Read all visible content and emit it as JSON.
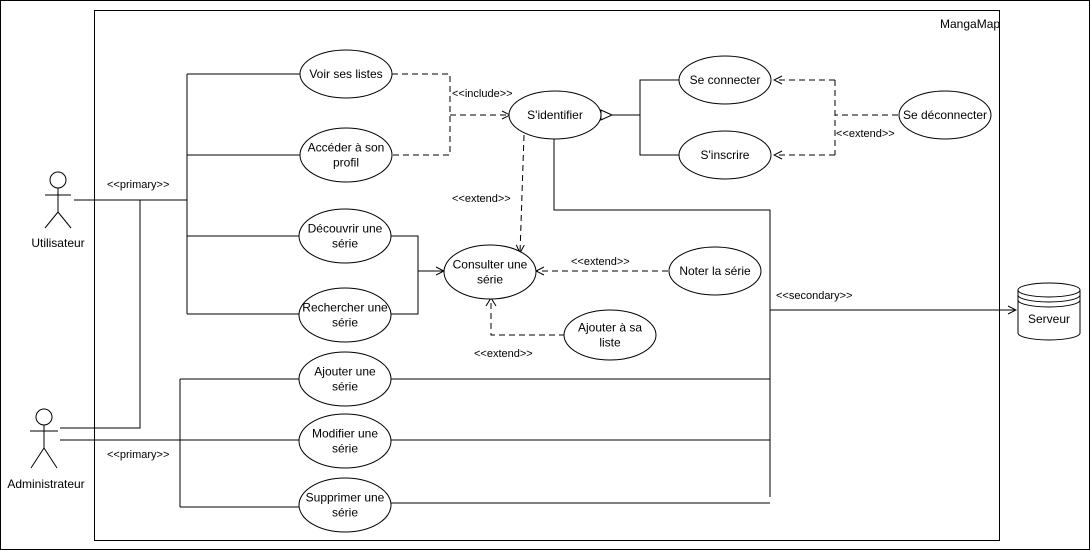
{
  "system_name": "MangaMap",
  "actors": {
    "user": "Utilisateur",
    "admin": "Administrateur"
  },
  "external": {
    "server": "Serveur"
  },
  "use_cases": {
    "voir_listes": [
      "Voir ses listes"
    ],
    "acceder_profil": [
      "Accéder à son",
      "profil"
    ],
    "sidentifier": [
      "S'identifier"
    ],
    "se_connecter": [
      "Se connecter"
    ],
    "sinscrire": [
      "S'inscrire"
    ],
    "se_deconnecter": [
      "Se déconnecter"
    ],
    "decouvrir": [
      "Découvrir une",
      "série"
    ],
    "rechercher": [
      "Rechercher une",
      "série"
    ],
    "consulter": [
      "Consulter une",
      "série"
    ],
    "noter": [
      "Noter la série"
    ],
    "ajouter_liste": [
      "Ajouter à sa",
      "liste"
    ],
    "ajouter_serie": [
      "Ajouter une",
      "série"
    ],
    "modifier_serie": [
      "Modifier une",
      "série"
    ],
    "supprimer_serie": [
      "Supprimer une",
      "série"
    ]
  },
  "stereotypes": {
    "primary_user": "<<primary>>",
    "primary_admin": "<<primary>>",
    "include": "<<include>>",
    "extend_deconnecter": "<<extend>>",
    "extend_identifier": "<<extend>>",
    "extend_noter": "<<extend>>",
    "extend_ajouter_liste": "<<extend>>",
    "secondary": "<<secondary>>"
  }
}
